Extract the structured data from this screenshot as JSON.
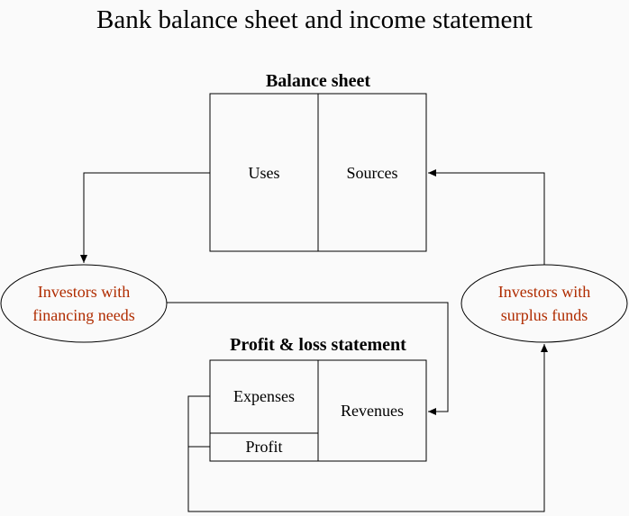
{
  "title": "Bank balance sheet and income statement",
  "balance_sheet": {
    "heading": "Balance sheet",
    "left_cell": "Uses",
    "right_cell": "Sources"
  },
  "profit_loss": {
    "heading": "Profit & loss statement",
    "expenses": "Expenses",
    "profit": "Profit",
    "revenues": "Revenues"
  },
  "investors_financing": {
    "line1": "Investors with",
    "line2": "financing needs"
  },
  "investors_surplus": {
    "line1": "Investors with",
    "line2": "surplus funds"
  },
  "colors": {
    "investor_text": "#b02c00",
    "line": "#000000",
    "background": "#fafafa"
  }
}
